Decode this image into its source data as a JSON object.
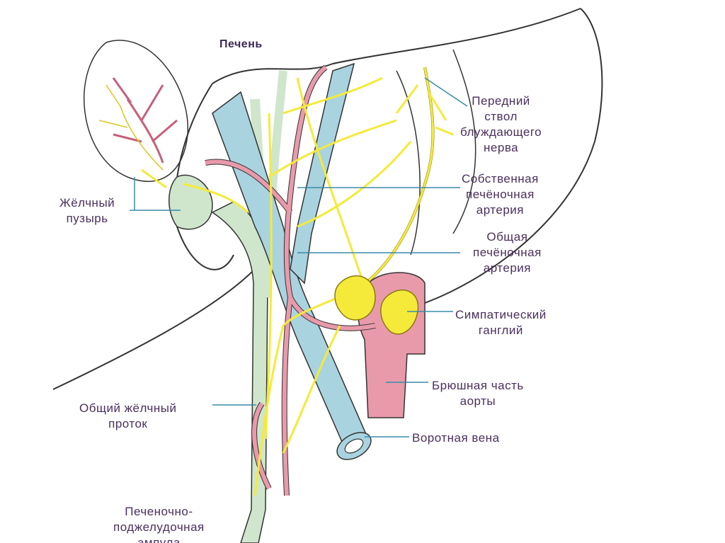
{
  "title": "Печень",
  "labels": {
    "vagus": [
      "Передний",
      "ствол",
      "блуждающего",
      "нерва"
    ],
    "proper_artery": [
      "Собственная",
      "печёночная",
      "артерия"
    ],
    "common_artery": [
      "Общая",
      "печёночная",
      "артерия"
    ],
    "ganglion": [
      "Симпатический",
      "ганглий"
    ],
    "aorta": [
      "Брюшная часть",
      "аорты"
    ],
    "portal_vein": [
      "Воротная вена"
    ],
    "bile_duct": [
      "Общий жёлчный",
      "проток"
    ],
    "gallbladder": [
      "Жёлчный",
      "пузырь"
    ],
    "ampulla": [
      "Печеночно-",
      "поджелудочная",
      "ампула"
    ]
  },
  "colors": {
    "vein": "#a9d3df",
    "artery": "#e89aab",
    "duct": "#cfe6cc",
    "nerve": "#f5ea3a",
    "outline": "#333333",
    "leader": "#3a8aa8",
    "text": "#4a2f5e"
  }
}
